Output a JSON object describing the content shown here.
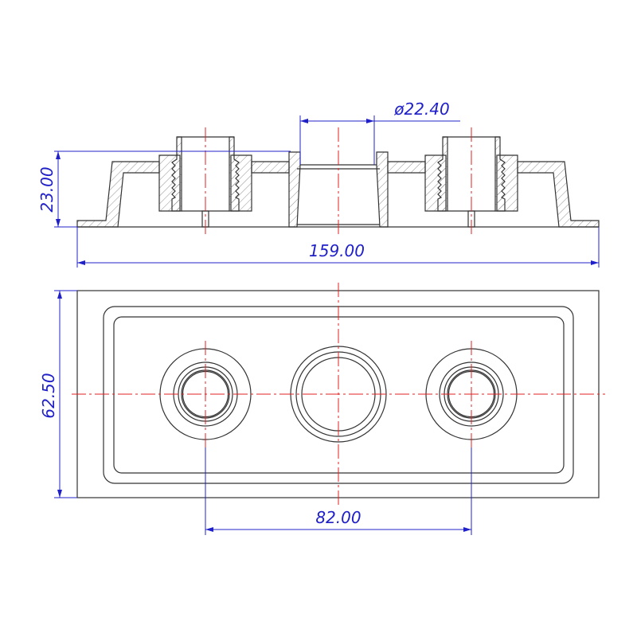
{
  "drawing": {
    "section_view": {
      "dimensions": {
        "height": "23.00",
        "overall_length": "159.00",
        "center_bore_diameter": "ø22.40"
      }
    },
    "plan_view": {
      "dimensions": {
        "width": "62.50",
        "fitting_spacing": "82.00"
      }
    },
    "colors": {
      "object_line": "#333333",
      "center_line": "#e02020",
      "dimension": "#2020c8"
    }
  }
}
